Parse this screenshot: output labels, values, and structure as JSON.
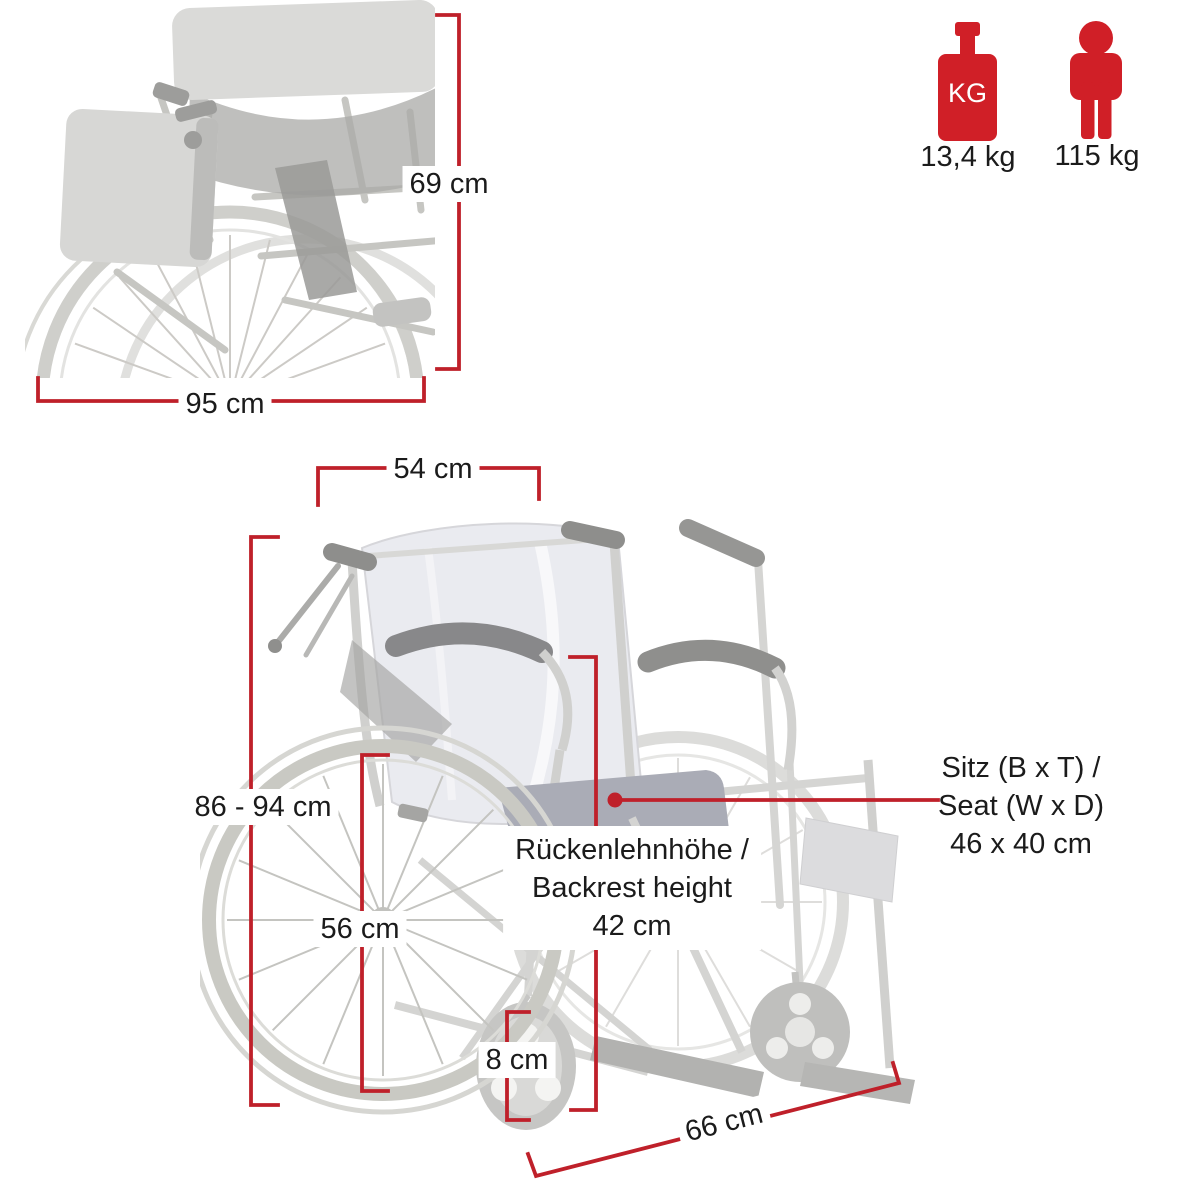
{
  "colors": {
    "dimension_line_red": "#bf202a",
    "icon_red": "#d01f27",
    "text_dark": "#1b1b1b"
  },
  "folded_view": {
    "height": "69 cm",
    "width": "95 cm"
  },
  "weights": {
    "kg_badge": "KG",
    "chair_weight": "13,4 kg",
    "max_user_weight": "115 kg"
  },
  "main_view": {
    "backrest_width": "54 cm",
    "total_height": "86 - 94 cm",
    "rear_wheel_height": "56 cm",
    "caster_size": "8 cm",
    "depth": "66 cm",
    "backrest": {
      "line1": "Rückenlehnhöhe /",
      "line2": "Backrest height",
      "line3": "42 cm"
    },
    "seat": {
      "line1": "Sitz (B x T) /",
      "line2": "Seat (W x D)",
      "line3": "46 x 40 cm"
    }
  }
}
